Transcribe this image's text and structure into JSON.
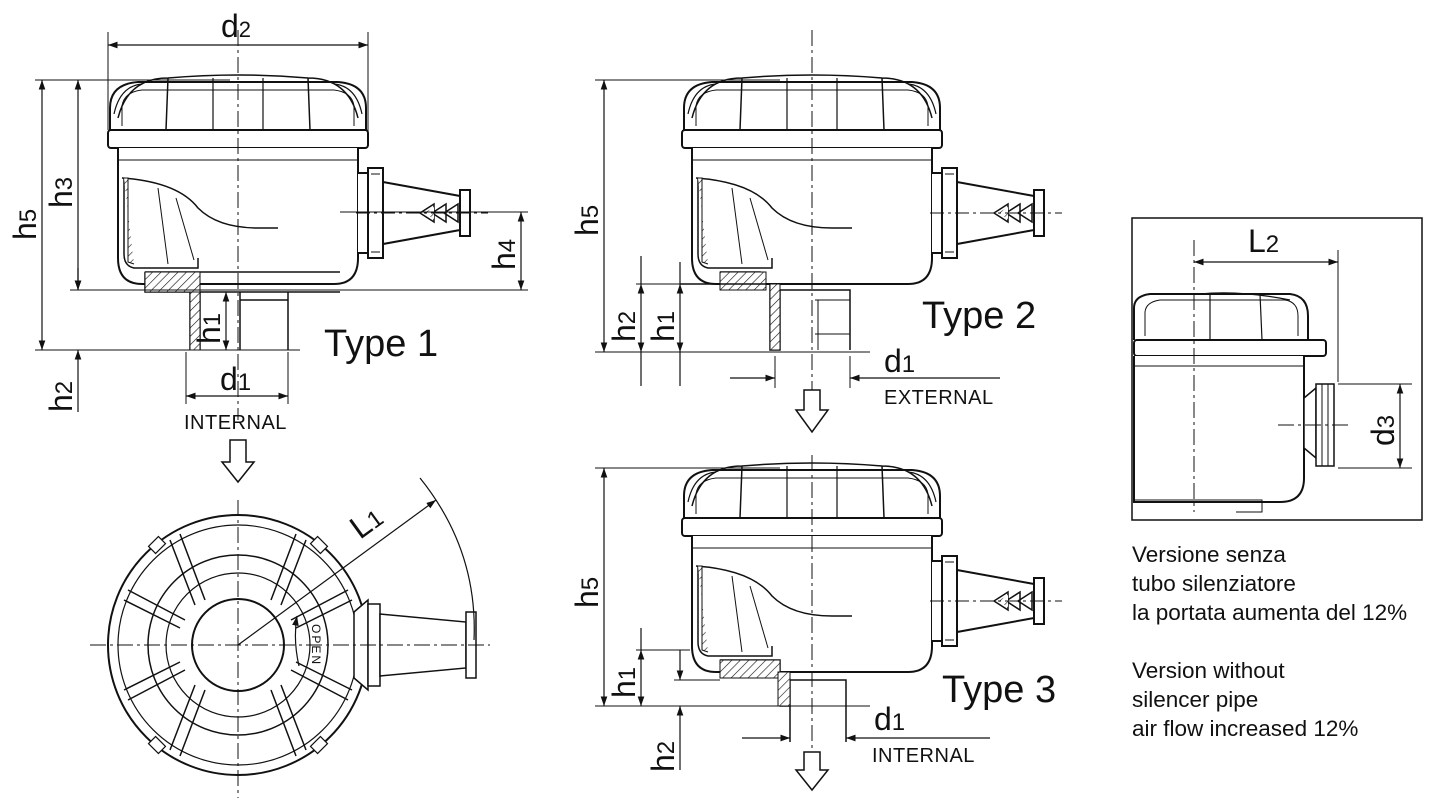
{
  "type1": {
    "title": "Type 1",
    "d2": "d",
    "d2_sub": "2",
    "h5": "h",
    "h5_sub": "5",
    "h3": "h",
    "h3_sub": "3",
    "h4": "h",
    "h4_sub": "4",
    "h1": "h",
    "h1_sub": "1",
    "h2": "h",
    "h2_sub": "2",
    "d1": "d",
    "d1_sub": "1",
    "d1_caption": "INTERNAL"
  },
  "type2": {
    "title": "Type 2",
    "h5": "h",
    "h5_sub": "5",
    "h2": "h",
    "h2_sub": "2",
    "h1": "h",
    "h1_sub": "1",
    "d1": "d",
    "d1_sub": "1",
    "d1_caption": "EXTERNAL"
  },
  "type3": {
    "title": "Type 3",
    "h5": "h",
    "h5_sub": "5",
    "h1": "h",
    "h1_sub": "1",
    "h2": "h",
    "h2_sub": "2",
    "d1": "d",
    "d1_sub": "1",
    "d1_caption": "INTERNAL"
  },
  "top_view": {
    "L1": "L",
    "L1_sub": "1",
    "open_label": "OPEN"
  },
  "detail": {
    "L2": "L",
    "L2_sub": "2",
    "d3": "d",
    "d3_sub": "3"
  },
  "note_it": {
    "line1": "Versione senza",
    "line2": "tubo silenziatore",
    "line3": "la portata aumenta del 12%"
  },
  "note_en": {
    "line1": "Version without",
    "line2": "silencer pipe",
    "line3": "air flow increased 12%"
  }
}
